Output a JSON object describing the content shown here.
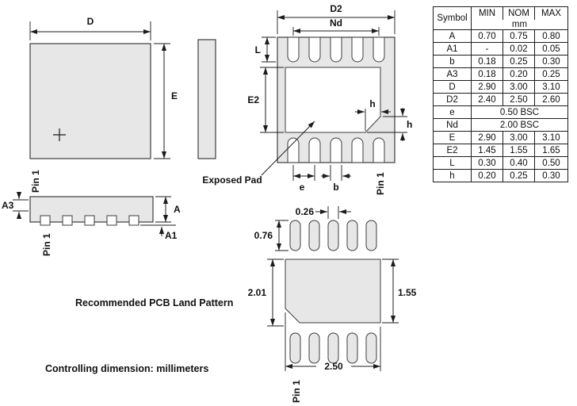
{
  "drawing": {
    "pin1_label": "Pin 1",
    "top_view": {
      "dim_d": "D",
      "dim_e": "E"
    },
    "bottom_view": {
      "dim_d2": "D2",
      "dim_nd": "Nd",
      "dim_l": "L",
      "dim_e2": "E2",
      "dim_h": "h",
      "dim_e": "e",
      "dim_b": "b",
      "exposed_pad_label": "Exposed Pad"
    },
    "side_view": {
      "dim_a": "A",
      "dim_a1": "A1",
      "dim_a3": "A3"
    },
    "land_pattern": {
      "pad_width": "0.26",
      "pad_length": "0.76",
      "height_left": "2.01",
      "height_right": "1.55",
      "overall_width": "2.50"
    },
    "captions": {
      "land_pattern_title": "Recommended PCB Land Pattern",
      "controlling_dimension": "Controlling dimension: millimeters"
    }
  },
  "table": {
    "headers": {
      "symbol": "Symbol",
      "min": "MIN",
      "nom": "NOM",
      "max": "MAX",
      "unit": "mm"
    },
    "rows": [
      {
        "sym": "A",
        "min": "0.70",
        "nom": "0.75",
        "max": "0.80"
      },
      {
        "sym": "A1",
        "min": "-",
        "nom": "0.02",
        "max": "0.05"
      },
      {
        "sym": "b",
        "min": "0.18",
        "nom": "0.25",
        "max": "0.30"
      },
      {
        "sym": "A3",
        "min": "0.18",
        "nom": "0.20",
        "max": "0.25"
      },
      {
        "sym": "D",
        "min": "2.90",
        "nom": "3.00",
        "max": "3.10"
      },
      {
        "sym": "D2",
        "min": "2.40",
        "nom": "2.50",
        "max": "2.60"
      },
      {
        "sym": "e",
        "span": "0.50 BSC"
      },
      {
        "sym": "Nd",
        "span": "2.00 BSC"
      },
      {
        "sym": "E",
        "min": "2.90",
        "nom": "3.00",
        "max": "3.10"
      },
      {
        "sym": "E2",
        "min": "1.45",
        "nom": "1.55",
        "max": "1.65"
      },
      {
        "sym": "L",
        "min": "0.30",
        "nom": "0.40",
        "max": "0.50"
      },
      {
        "sym": "h",
        "min": "0.20",
        "nom": "0.25",
        "max": "0.30"
      }
    ]
  },
  "colors": {
    "package_fill": "#e7e7e7",
    "line": "#1c1c1c"
  }
}
